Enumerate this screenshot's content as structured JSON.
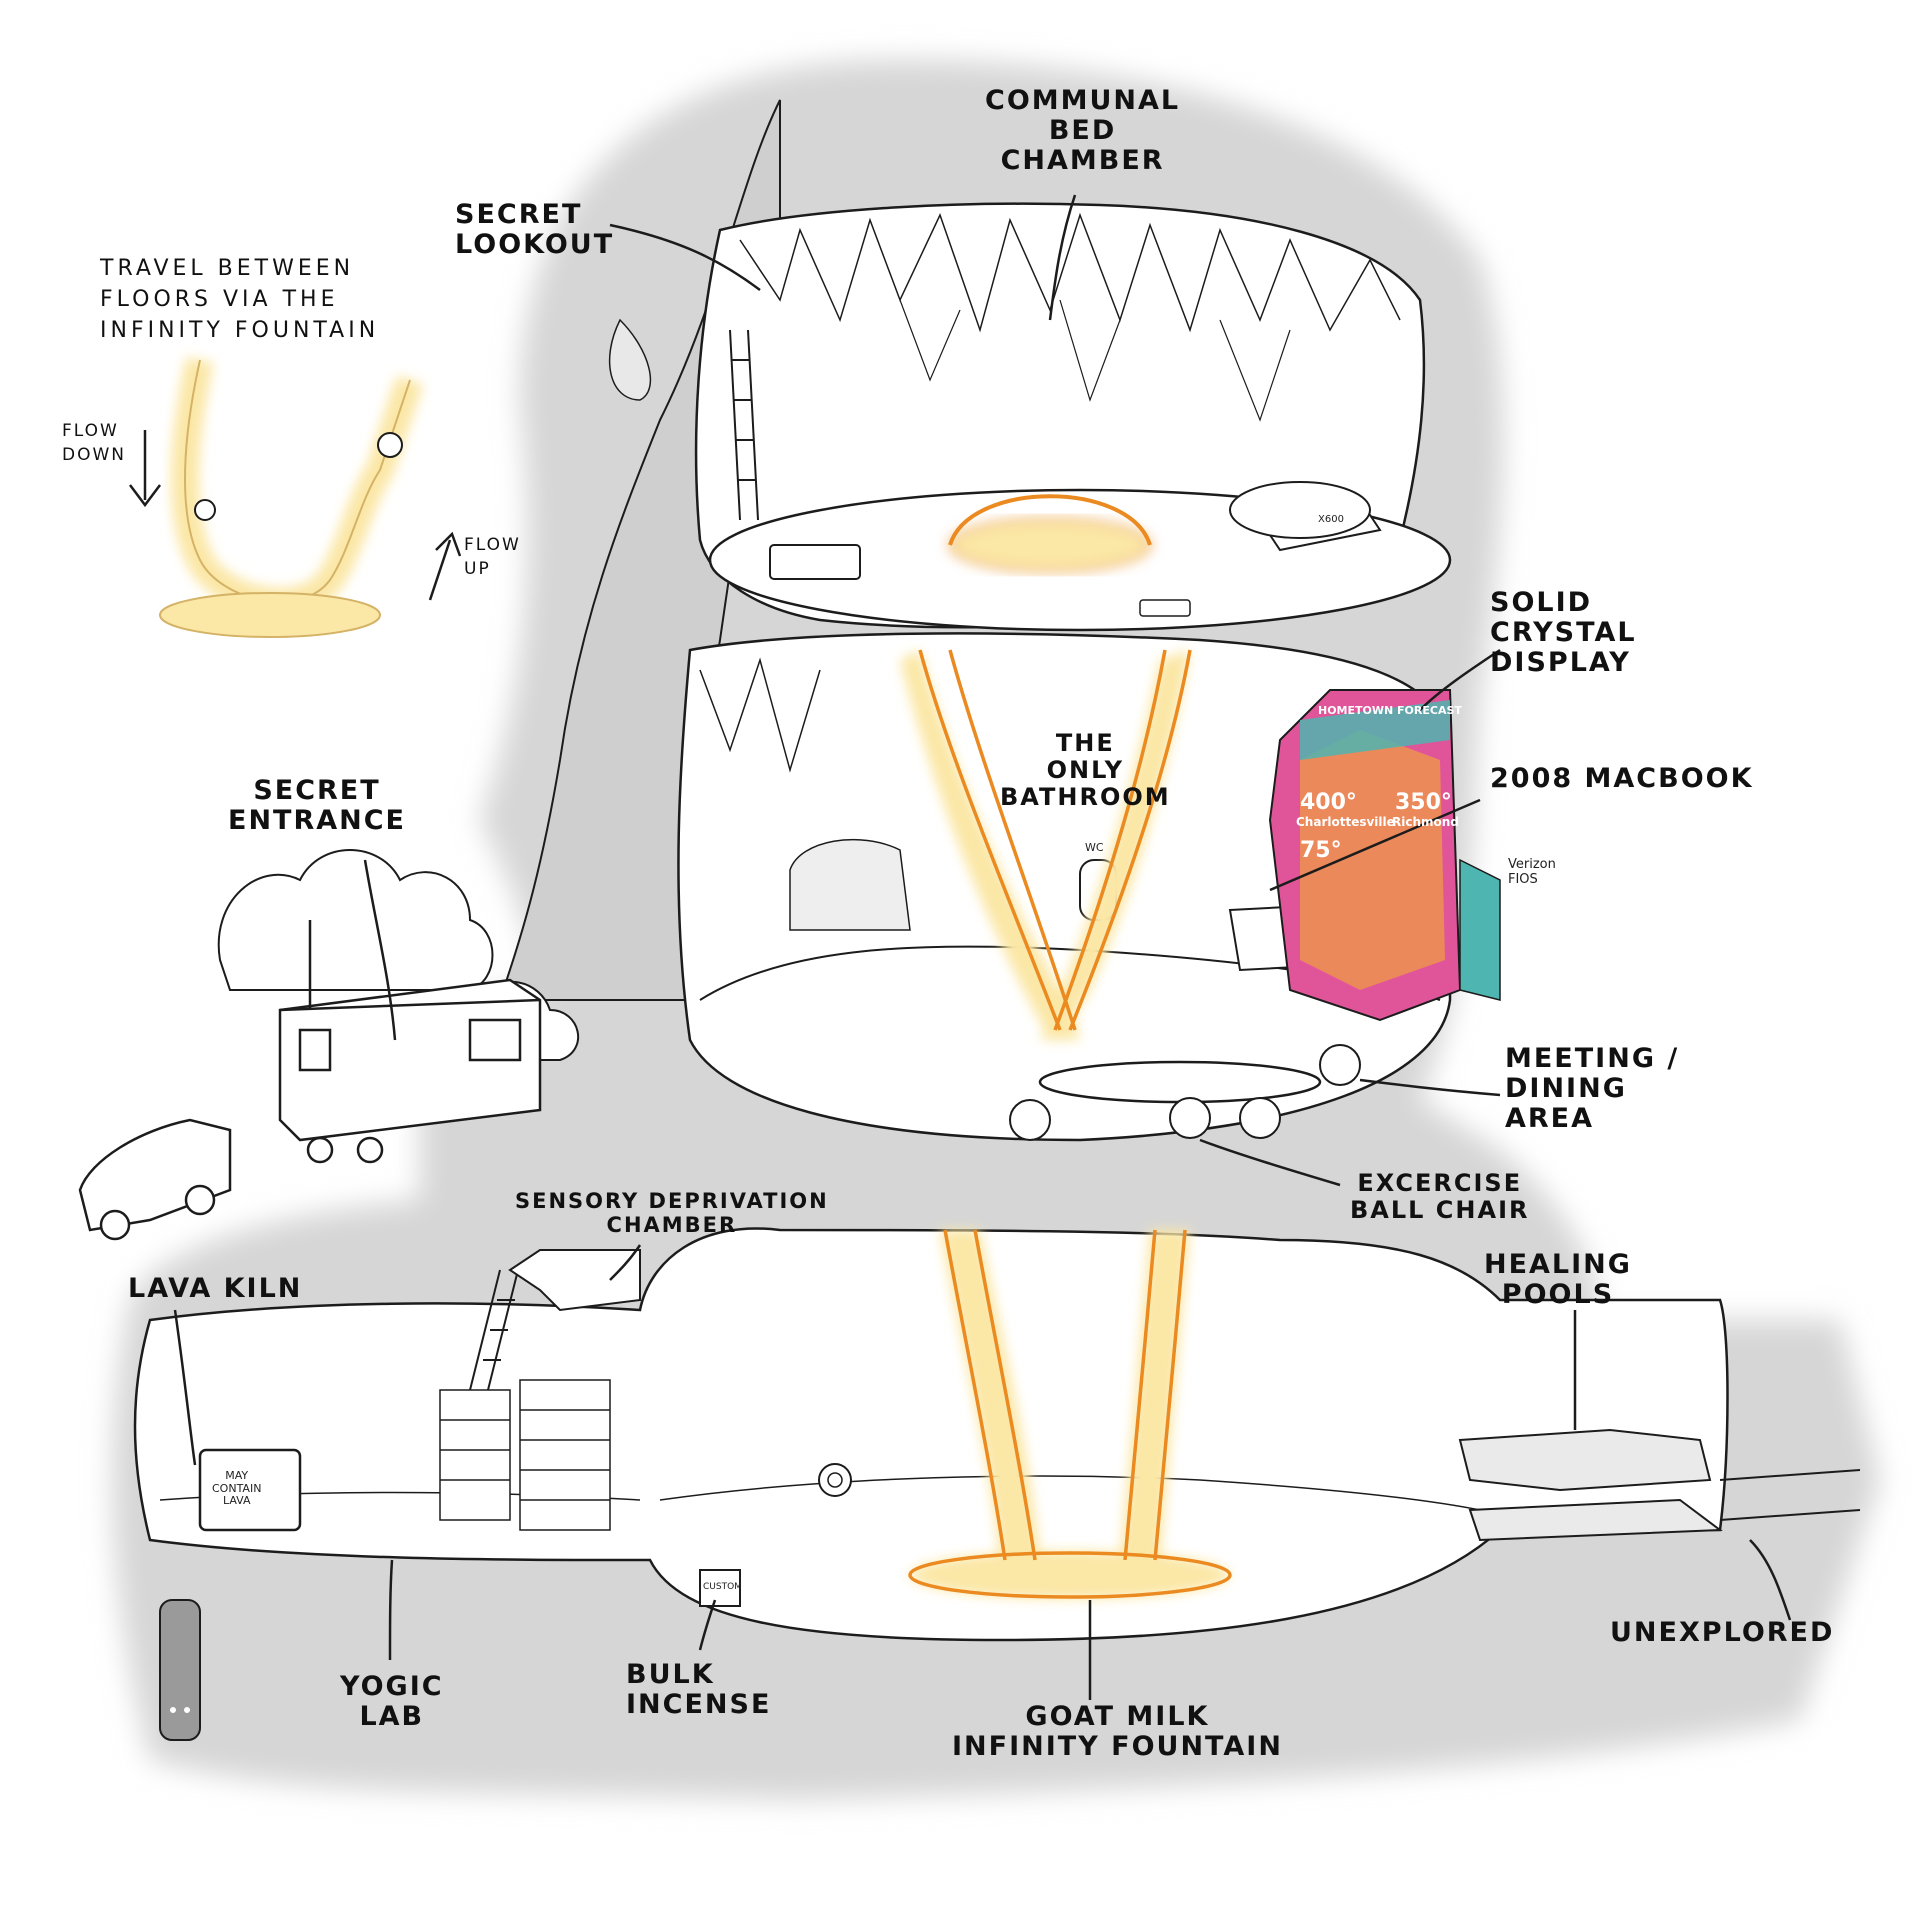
{
  "labels": {
    "communal_bed_chamber": "COMMUNAL\nBED\nCHAMBER",
    "secret_lookout": "SECRET\nLOOKOUT",
    "solid_crystal_display": "SOLID\nCRYSTAL\nDISPLAY",
    "macbook": "2008 MACBOOK",
    "the_only_bathroom": "THE\nONLY\nBATHROOM",
    "secret_entrance": "SECRET\nENTRANCE",
    "meeting_dining": "MEETING /\nDINING\nAREA",
    "exercise_ball_chair": "EXCERCISE\nBALL CHAIR",
    "sensory_deprivation": "SENSORY DEPRIVATION\nCHAMBER",
    "lava_kiln": "LAVA KILN",
    "healing_pools": "HEALING\nPOOLS",
    "yogic_lab": "YOGIC\nLAB",
    "bulk_incense": "BULK\nINCENSE",
    "goat_milk_fountain": "GOAT MILK\nINFINITY FOUNTAIN",
    "unexplored": "UNEXPLORED"
  },
  "inset": {
    "caption": "TRAVEL BETWEEN\nFLOORS VIA THE\nINFINITY FOUNTAIN",
    "flow_down": "FLOW\nDOWN",
    "flow_up": "FLOW\nUP"
  },
  "small_text": {
    "verizon": "Verizon\nFIOS",
    "wc": "WC",
    "kiln_sign": "MAY\nCONTAIN\nLAVA",
    "incense_box": "CUSTOM",
    "bed_brand": "X600"
  },
  "crystal_screen": {
    "header": "HOMETOWN FORECAST",
    "temp_1": "400°",
    "city_1": "Charlottesville",
    "temp_2": "350°",
    "city_2": "Richmond",
    "temp_3": "75°"
  },
  "colors": {
    "cave_gray": "#d4d4d4",
    "cave_gray_dark": "#bdbdbd",
    "ink": "#1c1c1c",
    "milk_glow": "#fbe7a6",
    "milk_stroke": "#ea8a20",
    "screen_pink": "#e0559a",
    "screen_orange": "#f0a040",
    "screen_teal": "#4fb5b0"
  }
}
